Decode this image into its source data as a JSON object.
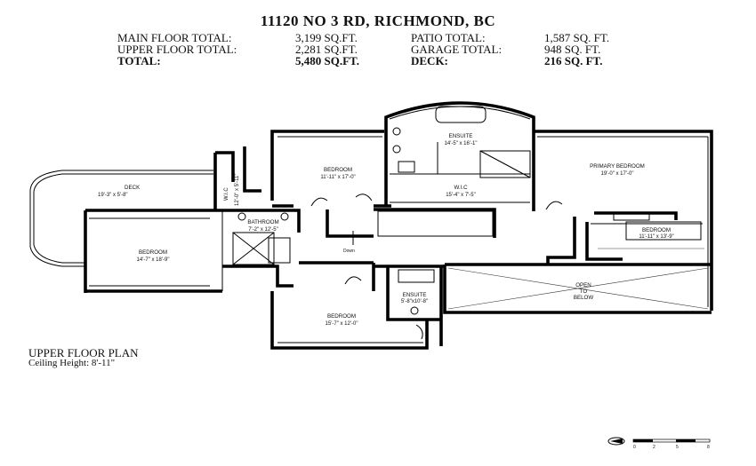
{
  "header": {
    "title": "11120 NO 3 RD, RICHMOND, BC",
    "rows": [
      {
        "label1": "MAIN FLOOR TOTAL:",
        "value1": "3,199 SQ.FT.",
        "label2": "PATIO TOTAL:",
        "value2": "1,587 SQ. FT."
      },
      {
        "label1": "UPPER FLOOR TOTAL:",
        "value1": "2,281 SQ.FT.",
        "label2": "GARAGE TOTAL:",
        "value2": "948 SQ. FT."
      },
      {
        "label1": "TOTAL:",
        "value1": "5,480 SQ.FT.",
        "label2": "DECK:",
        "value2": "216 SQ. FT."
      }
    ]
  },
  "plan": {
    "title": "UPPER FLOOR PLAN",
    "ceiling": "Ceiling Height: 8'-11\""
  },
  "rooms": {
    "deck": {
      "name": "DECK",
      "dims": "19'-3\"   x   5'-8\""
    },
    "bedroom_west": {
      "name": "BEDROOM",
      "dims": "14'-7\"   x   18'-9\""
    },
    "bathroom": {
      "name": "BATHROOM",
      "dims": "7'-2\"   x   12'-5\""
    },
    "wic_small": {
      "name": "W.I.C",
      "dims": "12'-0\" x 5'-11\""
    },
    "bedroom_north": {
      "name": "BEDROOM",
      "dims": "11'-11\"  x   17'-0\""
    },
    "ensuite_north": {
      "name": "ENSUITE",
      "dims": "14'-5\"   x   16'-1\""
    },
    "wic_large": {
      "name": "W.I.C",
      "dims": "15'-4\"   x   7'-5\""
    },
    "primary_bedroom": {
      "name": "PRIMARY BEDROOM",
      "dims": "19'-0\"   x   17'-0\""
    },
    "bedroom_east": {
      "name": "BEDROOM",
      "dims": "11'-11\"  x   13'-9\""
    },
    "open_to_below": {
      "name_line1": "OPEN",
      "name_line2": "TO",
      "name_line3": "BELOW"
    },
    "ensuite_south": {
      "name": "ENSUITE",
      "dims": "5'-8\"x10'-8\""
    },
    "bedroom_south": {
      "name": "BEDROOM",
      "dims": "15'-7\"   x   12'-0\""
    },
    "stairs_down": "Down"
  },
  "scale_bar": {
    "ticks": [
      "0",
      "2",
      "5",
      "8"
    ]
  }
}
